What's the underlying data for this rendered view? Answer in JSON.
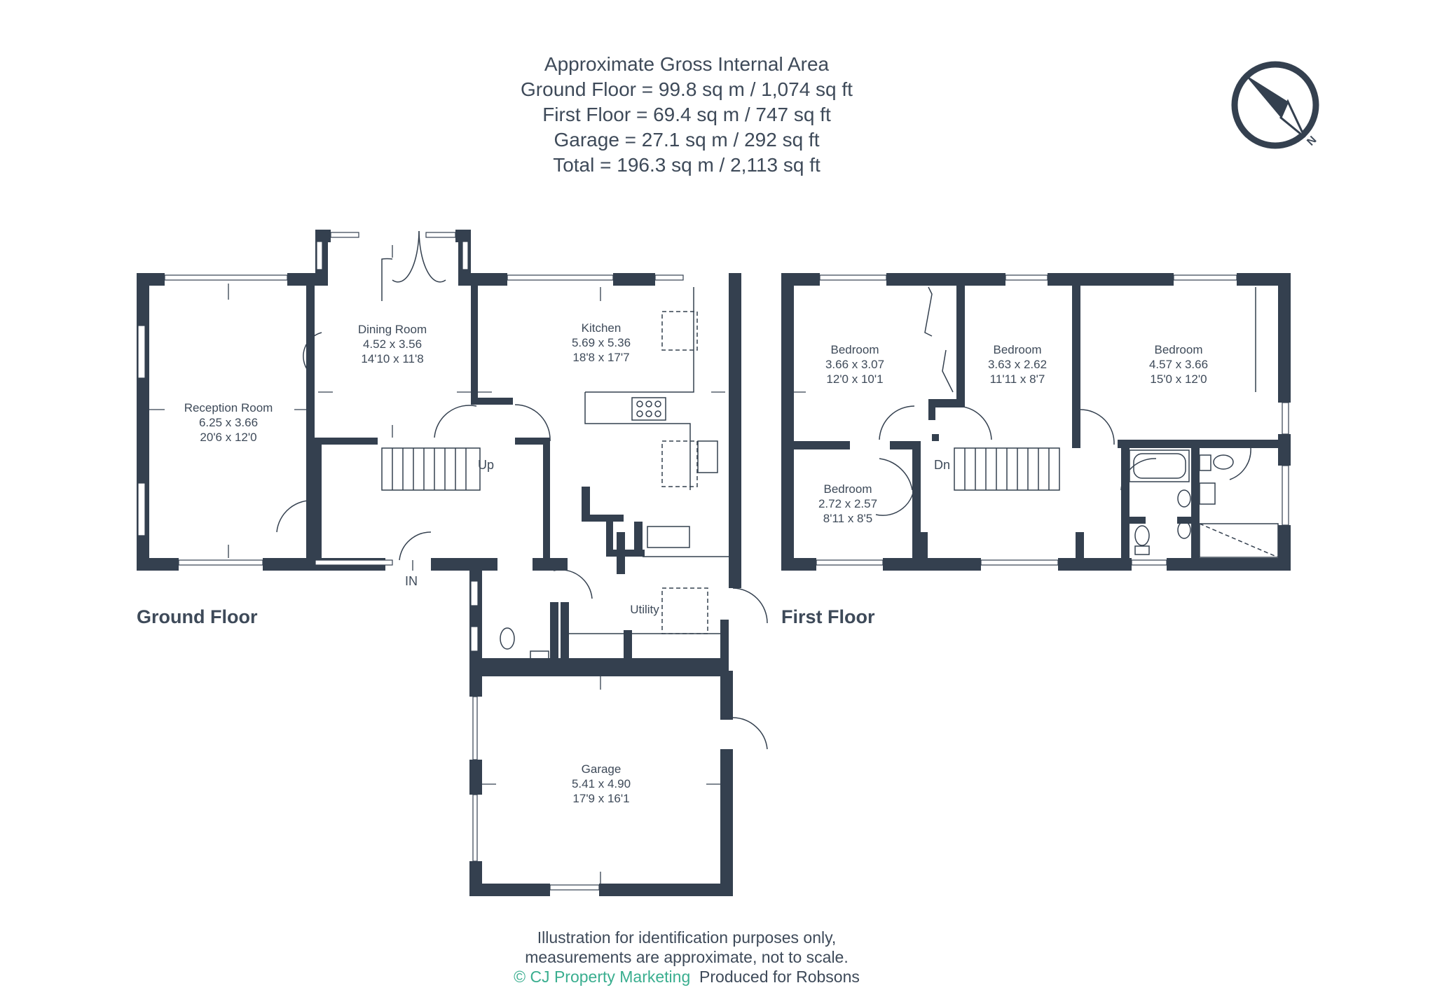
{
  "header": {
    "title": "Approximate Gross Internal Area",
    "ground_floor": "Ground Floor = 99.8 sq m / 1,074 sq ft",
    "first_floor": "First Floor = 69.4 sq m / 747 sq ft",
    "garage": "Garage = 27.1 sq m / 292 sq ft",
    "total": "Total = 196.3 sq m / 2,113 sq ft"
  },
  "compass": {
    "north_label": "N",
    "icon": "compass-icon"
  },
  "ground_floor": {
    "label": "Ground Floor",
    "entrance": "IN",
    "stairs": "Up",
    "rooms": {
      "reception": {
        "name": "Reception Room",
        "metric": "6.25 x 3.66",
        "imperial": "20'6 x 12'0"
      },
      "dining": {
        "name": "Dining Room",
        "metric": "4.52 x 3.56",
        "imperial": "14'10 x 11'8"
      },
      "kitchen": {
        "name": "Kitchen",
        "metric": "5.69 x 5.36",
        "imperial": "18'8 x 17'7"
      },
      "utility": {
        "name": "Utility"
      },
      "garage": {
        "name": "Garage",
        "metric": "5.41 x 4.90",
        "imperial": "17'9 x 16'1"
      }
    }
  },
  "first_floor": {
    "label": "First Floor",
    "stairs": "Dn",
    "rooms": {
      "bed1": {
        "name": "Bedroom",
        "metric": "3.66 x 3.07",
        "imperial": "12'0 x 10'1"
      },
      "bed2": {
        "name": "Bedroom",
        "metric": "3.63 x 2.62",
        "imperial": "11'11 x 8'7"
      },
      "bed3": {
        "name": "Bedroom",
        "metric": "4.57 x 3.66",
        "imperial": "15'0 x 12'0"
      },
      "bed4": {
        "name": "Bedroom",
        "metric": "2.72 x 2.57",
        "imperial": "8'11 x 8'5"
      }
    }
  },
  "footer": {
    "line1": "Illustration for identification purposes only,",
    "line2": "measurements are approximate, not to scale.",
    "brand": "© CJ Property Marketing",
    "produced": "Produced for Robsons"
  },
  "colors": {
    "wall": "#34404f",
    "text": "#3e4a59",
    "brand": "#3aae8f"
  }
}
